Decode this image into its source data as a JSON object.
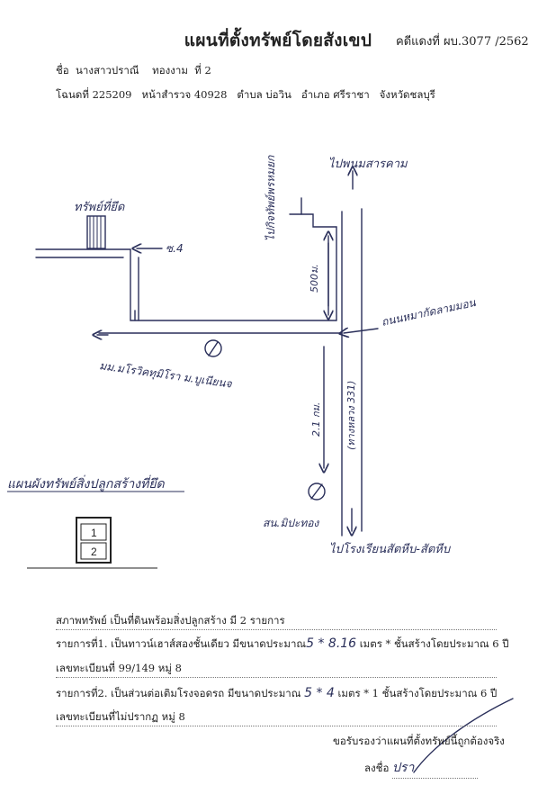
{
  "header": {
    "title": "แผนที่ตั้งทรัพย์โดยสังเขป",
    "case_no": "คดีแดงที่  ผบ.3077 /2562"
  },
  "owner": {
    "label": "ชื่อ",
    "name": "นางสาวปราณี",
    "surname": "ทองงาม",
    "order": "ที่ 2"
  },
  "deed": {
    "deed_label": "โฉนดที่",
    "deed_no": "225209",
    "survey_label": "หน้าสำรวจ",
    "survey_no": "40928",
    "tambon_label": "ตำบล",
    "tambon": "บ่อวิน",
    "amphoe_label": "อำเภอ",
    "amphoe": "ศรีราชา",
    "province_label": "จังหวัด",
    "province": "ชลบุรี"
  },
  "map": {
    "label_top_right": "ไปพนมสารคาม",
    "label_vertical_north": "ไปกิจทัพย์พรหมยก",
    "label_plot": "ทรัพย์ที่ยึด",
    "label_distance_small": "ซ.4",
    "label_distance_road": "500ม.",
    "label_junction": "ถนนหมากัดลามมอน",
    "label_village": "มม.มโรวิคทุมิโรา ม.บูเนียนจ",
    "label_road_number": "(ทางหลวง 331)",
    "label_distance_south": "2.1 กม.",
    "label_landmark": "สน.มิปะทอง",
    "label_bottom": "ไปโรงเรียนสัตหีบ-สัตหีบ"
  },
  "floorplan": {
    "title": "แผนผังทรัพย์สิ่งปลูกสร้างที่ยึด",
    "unit_1": "1",
    "unit_2": "2"
  },
  "details": {
    "line1": "สภาพทรัพย์   เป็นที่ดินพร้อมสิ่งปลูกสร้าง  มี 2  รายการ",
    "line2_prefix": "รายการที่1.  เป็นทาวน์เฮาส์สองชั้นเดียว  มีขนาดประมาณ",
    "line2_value": "5 * 8.16",
    "line2_suffix": " เมตร *   ชั้นสร้างโดยประมาณ  6  ปี",
    "line3": "เลขทะเบียนที่  99/149   หมู่ 8",
    "line4_prefix": "รายการที่2.  เป็นส่วนต่อเติมโรงจอดรถ  มีขนาดประมาณ",
    "line4_value": "5 * 4",
    "line4_suffix": "  เมตร * 1  ชั้นสร้างโดยประมาณ  6  ปี",
    "line5": "เลขทะเบียนที่ไม่ปรากฏ  หมู่ 8"
  },
  "certify": {
    "text": "ขอรับรองว่าแผนที่ตั้งทรัพย์นี้ถูกต้องจริง",
    "sign_label": "ลงชื่อ",
    "signature_text": "ปรา"
  }
}
